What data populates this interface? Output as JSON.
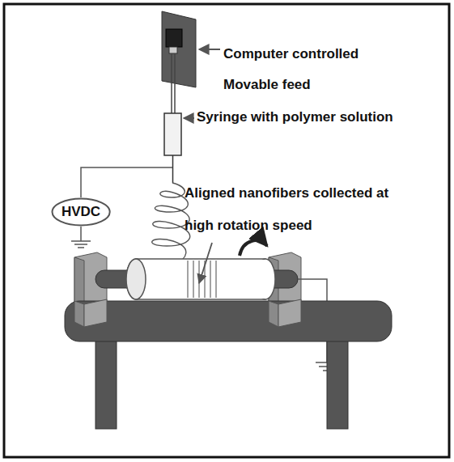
{
  "diagram": {
    "nodes": [
      {
        "text": [
          "HVDC"
        ]
      }
    ],
    "labels": [
      "Computer controlled Movable feed",
      "Syringe with polymer solution",
      "Aligned nanofibers collected at high rotation speed"
    ]
  }
}
